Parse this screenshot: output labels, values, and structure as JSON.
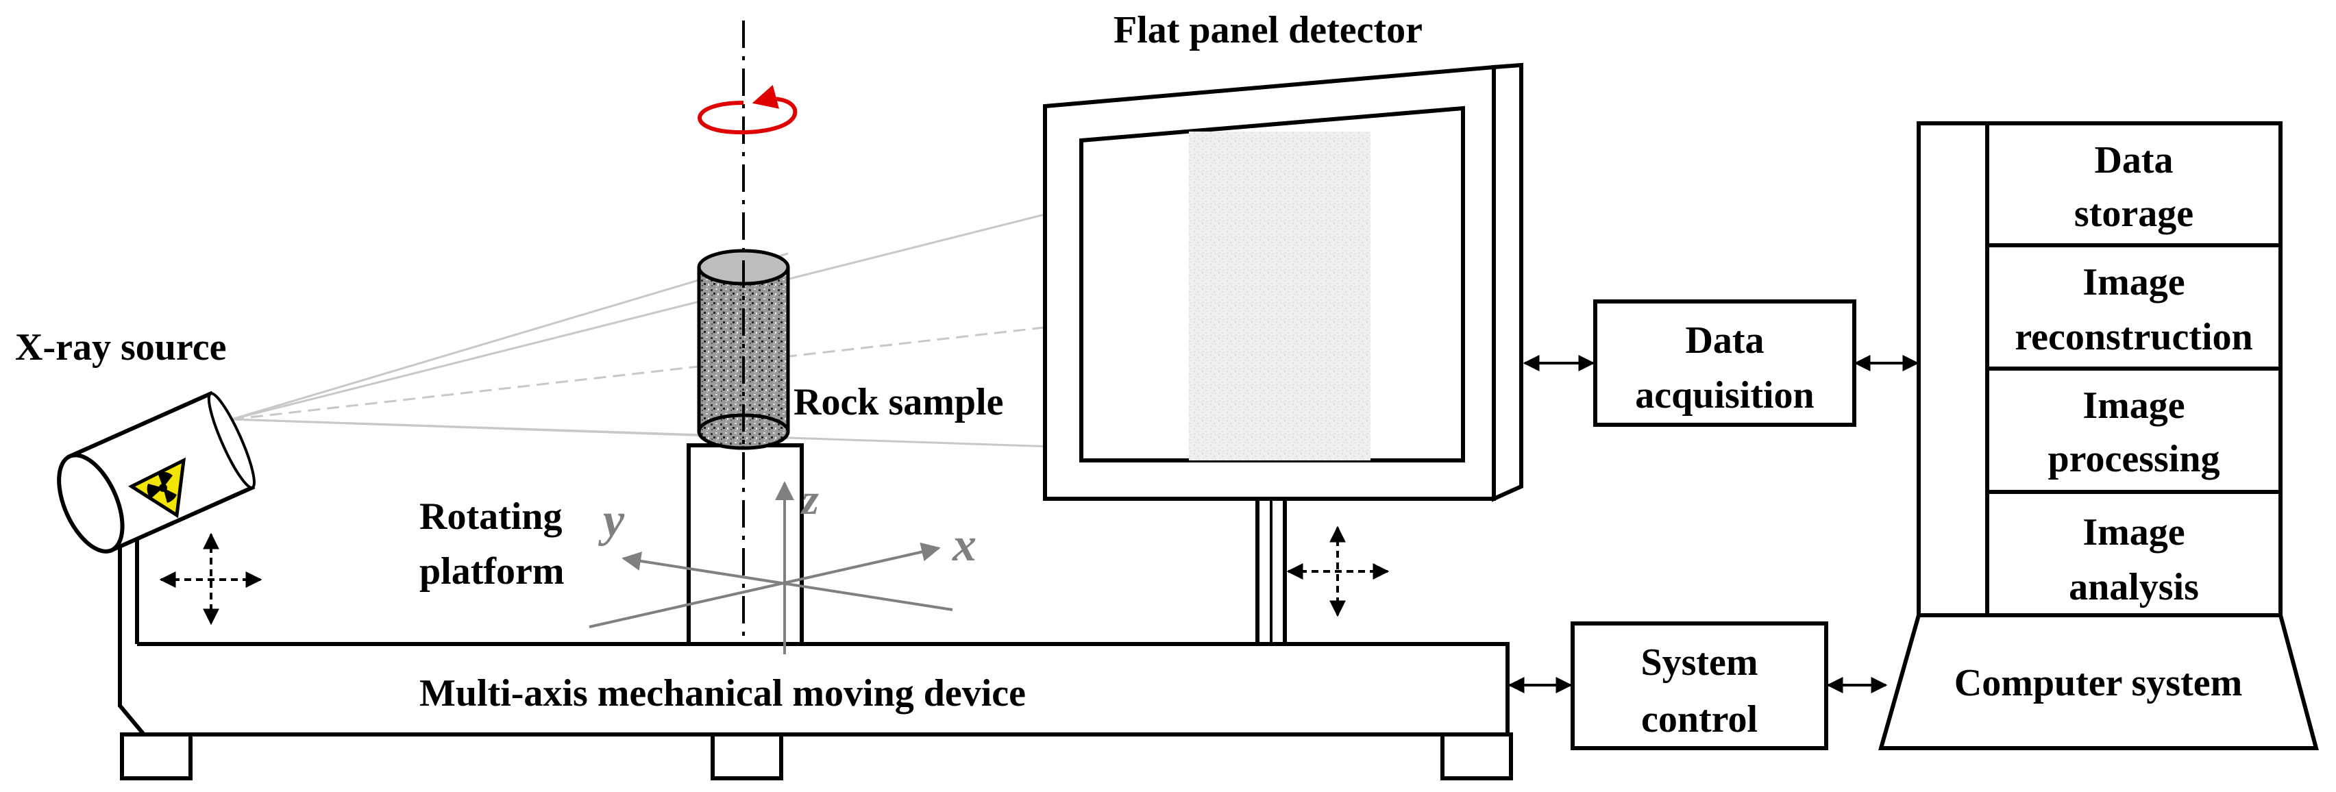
{
  "labels": {
    "flat_panel_detector": "Flat panel detector",
    "xray_source": "X-ray source",
    "rock_sample": "Rock sample",
    "rotating_platform_line1": "Rotating",
    "rotating_platform_line2": "platform",
    "multi_axis": "Multi-axis mechanical moving device",
    "data_acquisition_line1": "Data",
    "data_acquisition_line2": "acquisition",
    "system_control_line1": "System",
    "system_control_line2": "control",
    "computer_system": "Computer system"
  },
  "axes": {
    "x": "x",
    "y": "y",
    "z": "z"
  },
  "computer_modules": [
    {
      "line1": "Data",
      "line2": "storage"
    },
    {
      "line1": "Image",
      "line2": "reconstruction"
    },
    {
      "line1": "Image",
      "line2": "processing"
    },
    {
      "line1": "Image",
      "line2": "analysis"
    }
  ],
  "colors": {
    "rotation_arrow": "#e00000",
    "radiation_symbol": "#f2e600",
    "axes": "#808080",
    "beam": "#c8c8c8"
  },
  "icons": {
    "radiation": "radiation-trefoil-icon",
    "move": "four-way-move-arrows-icon"
  }
}
